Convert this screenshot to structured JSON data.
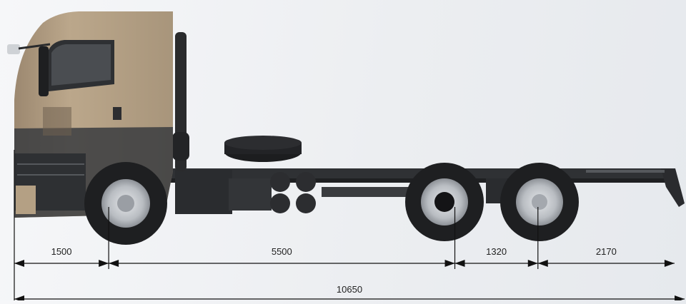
{
  "diagram": {
    "subject_icon": "truck-chassis-side-view",
    "colors": {
      "cab": "#b7a286",
      "cab_shadow": "#8e7a61",
      "chassis": "#2b2d30",
      "tire": "#1e1f21",
      "rim": "#c9ccd0",
      "dimension_line": "#111111"
    },
    "dimensions": [
      {
        "label": "1500",
        "value": 1500
      },
      {
        "label": "5500",
        "value": 5500
      },
      {
        "label": "1320",
        "value": 1320
      },
      {
        "label": "2170",
        "value": 2170
      }
    ],
    "overall": {
      "label": "10650",
      "value": 10650
    }
  }
}
